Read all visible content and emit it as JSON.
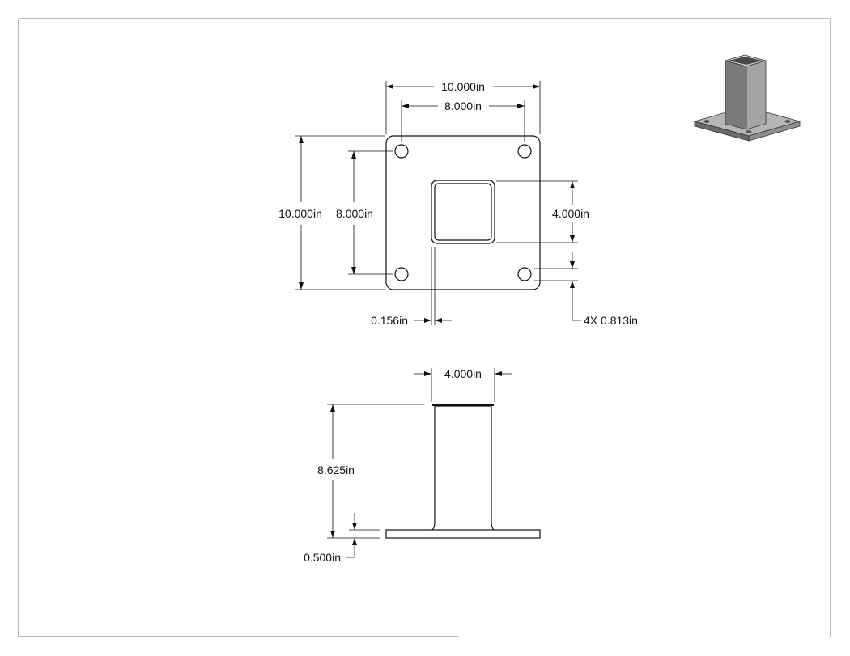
{
  "drawing": {
    "colors": {
      "line": "#111111",
      "frame": "#777777",
      "iso_dark": "#6a6a6a",
      "iso_mid": "#8e8e8e",
      "iso_light": "#b5b5b5"
    },
    "top_view": {
      "overall_width": "10.000in",
      "hole_spacing_width": "8.000in",
      "overall_height": "10.000in",
      "hole_spacing_height": "8.000in",
      "tube_width": "4.000in",
      "wall_thickness": "0.156in",
      "hole_callout": "4X 0.813in"
    },
    "side_view": {
      "tube_width": "4.000in",
      "overall_height": "8.625in",
      "plate_thickness": "0.500in"
    }
  }
}
